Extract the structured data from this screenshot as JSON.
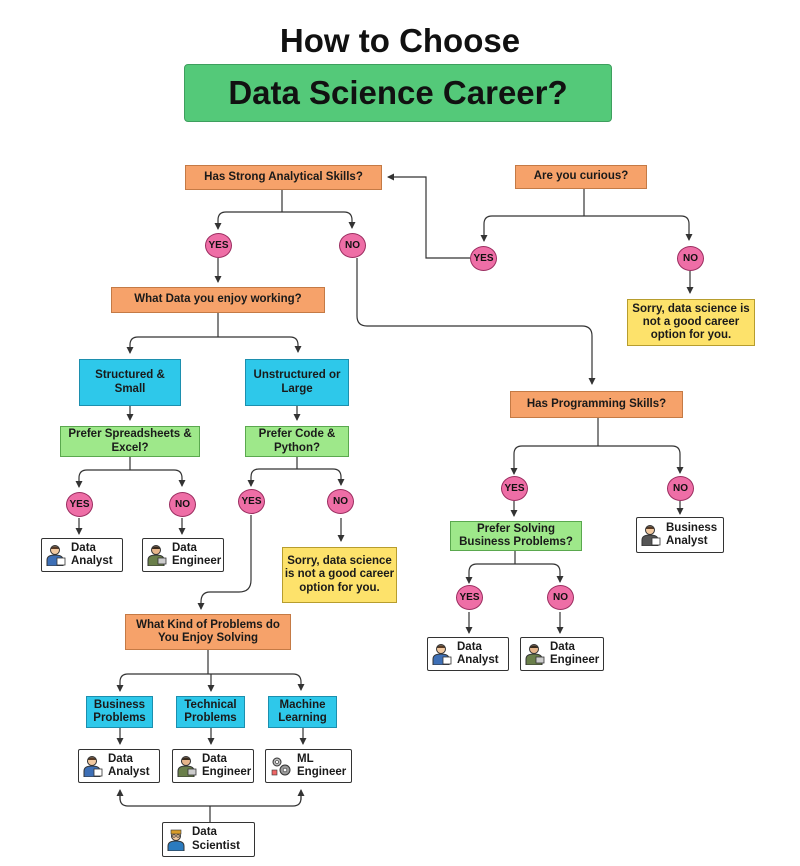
{
  "header": {
    "line1": "How to Choose",
    "line2": "Data Science Career?"
  },
  "nodes": {
    "analytical": "Has Strong Analytical Skills?",
    "curious": "Are you curious?",
    "sorry_top": "Sorry, data science is not a good career option for you.",
    "data_enjoy": "What Data you enjoy working?",
    "structured": "Structured & Small",
    "unstructured": "Unstructured or Large",
    "spreadsheets": "Prefer Spreadsheets & Excel?",
    "code_python": "Prefer Code & Python?",
    "sorry_mid": "Sorry, data science is not a good career option for you.",
    "programming": "Has Programming Skills?",
    "business_problems_q": "Prefer Solving Business Problems?",
    "problems_q": "What Kind of Problems do You Enjoy Solving",
    "cat_business": "Business Problems",
    "cat_technical": "Technical Problems",
    "cat_ml": "Machine Learning"
  },
  "decisions": {
    "yes": "YES",
    "no": "NO"
  },
  "roles": {
    "data_analyst": "Data Analyst",
    "data_engineer": "Data Engineer",
    "business_analyst": "Business Analyst",
    "ml_engineer": "ML Engineer",
    "data_scientist": "Data Scientist"
  },
  "colors": {
    "title_box": "#54c979",
    "question": "#f6a26a",
    "category": "#2ec8ea",
    "preference": "#9ee88a",
    "sorry": "#fde26b",
    "decision": "#ee6ea6"
  }
}
